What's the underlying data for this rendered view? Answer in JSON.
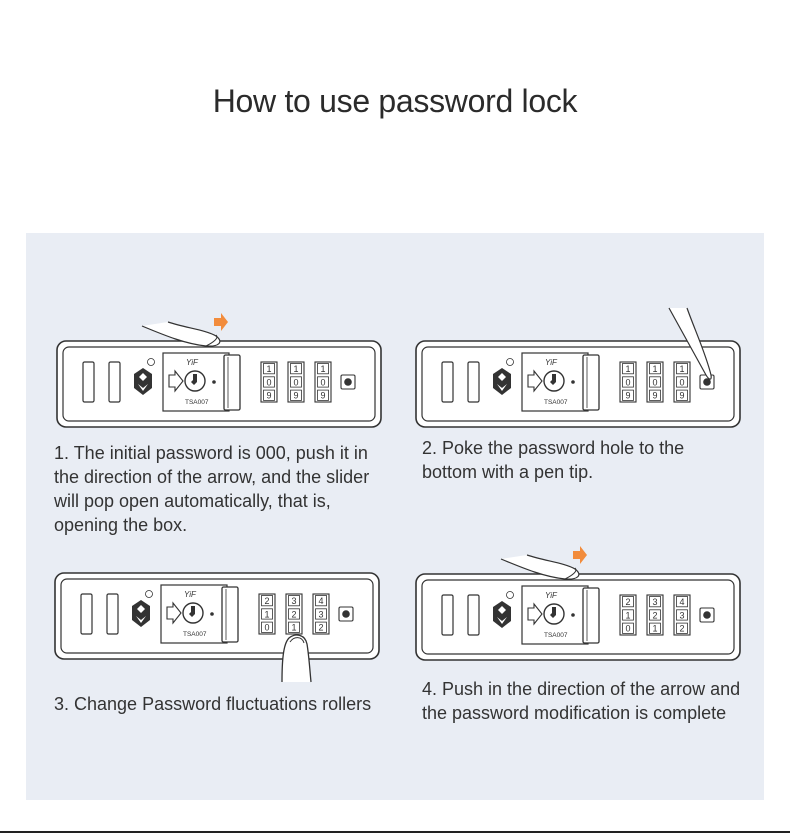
{
  "title": "How to use password lock",
  "lock": {
    "brand": "YiF",
    "model": "TSA007",
    "tsa_mark": "TSA"
  },
  "steps": [
    {
      "text": "1. The initial password is 000, push it in the direction of the arrow, and the slider will pop open automatically, that is, opening the box.",
      "digits": [
        [
          "1",
          "0",
          "9"
        ],
        [
          "1",
          "0",
          "9"
        ],
        [
          "1",
          "0",
          "9"
        ]
      ],
      "accent_arrow": true,
      "hand": "pushing-slider-hand"
    },
    {
      "text": "2. Poke the password hole to the bottom with a pen tip.",
      "digits": [
        [
          "1",
          "0",
          "9"
        ],
        [
          "1",
          "0",
          "9"
        ],
        [
          "1",
          "0",
          "9"
        ]
      ],
      "accent_arrow": false,
      "hand": "pen-tip"
    },
    {
      "text": "3. Change Password fluctuations rollers",
      "digits": [
        [
          "2",
          "1",
          "0"
        ],
        [
          "3",
          "2",
          "1"
        ],
        [
          "4",
          "3",
          "2"
        ]
      ],
      "accent_arrow": false,
      "hand": "finger-rolling-dial"
    },
    {
      "text": "4. Push in the direction of the arrow and the password modification is complete",
      "digits": [
        [
          "2",
          "1",
          "0"
        ],
        [
          "3",
          "2",
          "1"
        ],
        [
          "4",
          "3",
          "2"
        ]
      ],
      "accent_arrow": true,
      "hand": "pushing-slider-hand"
    }
  ],
  "colors": {
    "panel_background": "#e9edf4",
    "accent_arrow": "#f28c3c",
    "line": "#333333"
  }
}
